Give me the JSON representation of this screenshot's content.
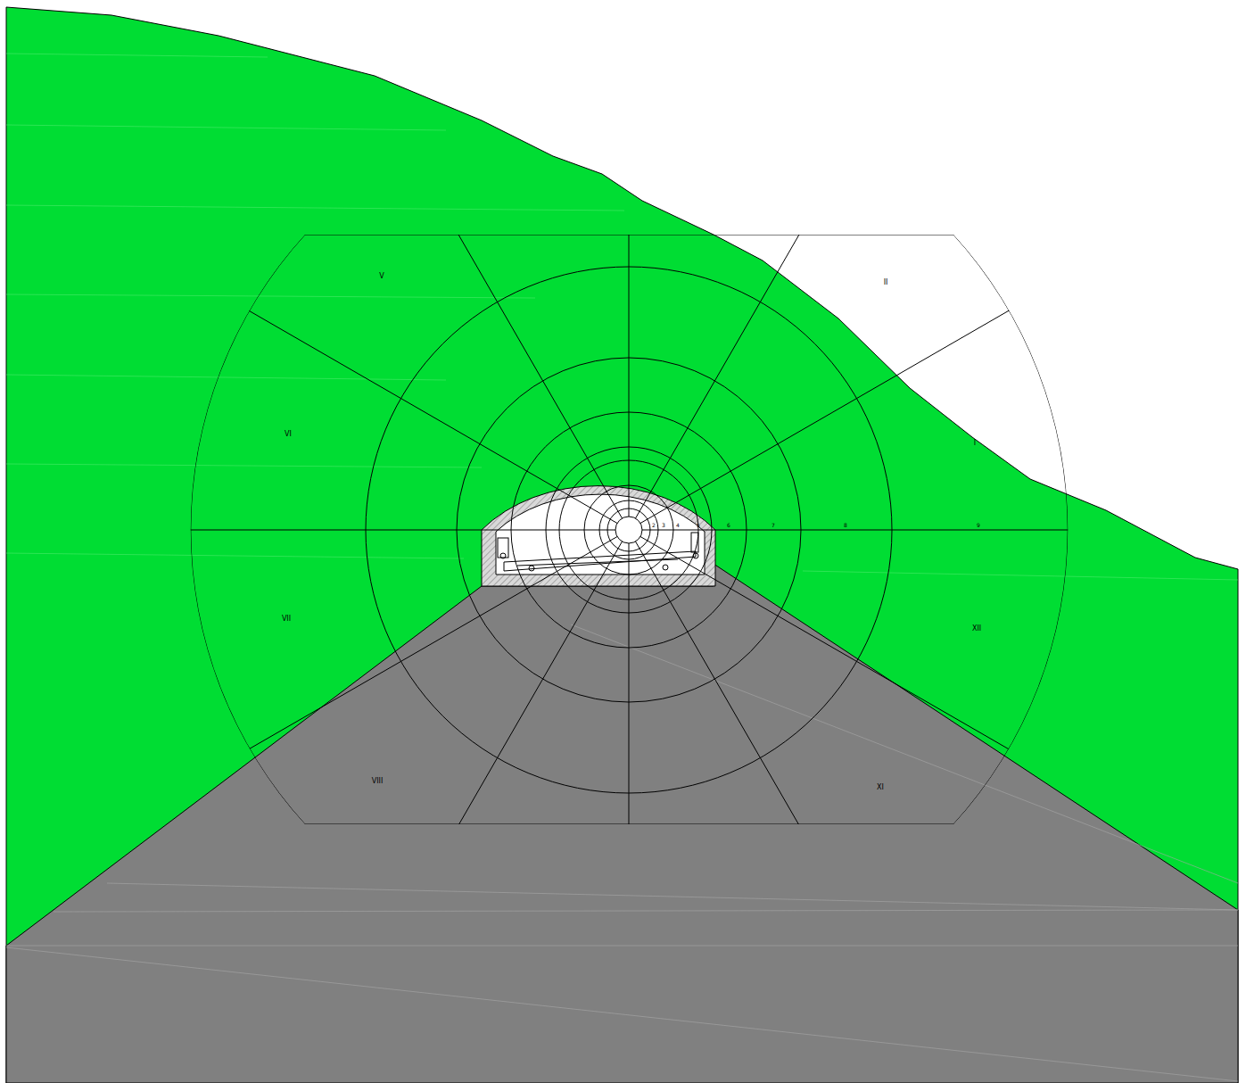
{
  "diagram": {
    "labels": [
      "V",
      "II",
      "VI",
      "I",
      "2",
      "3",
      "4",
      "5",
      "6",
      "7",
      "8",
      "9",
      "VII",
      "XII",
      "VIII",
      "XI"
    ]
  }
}
